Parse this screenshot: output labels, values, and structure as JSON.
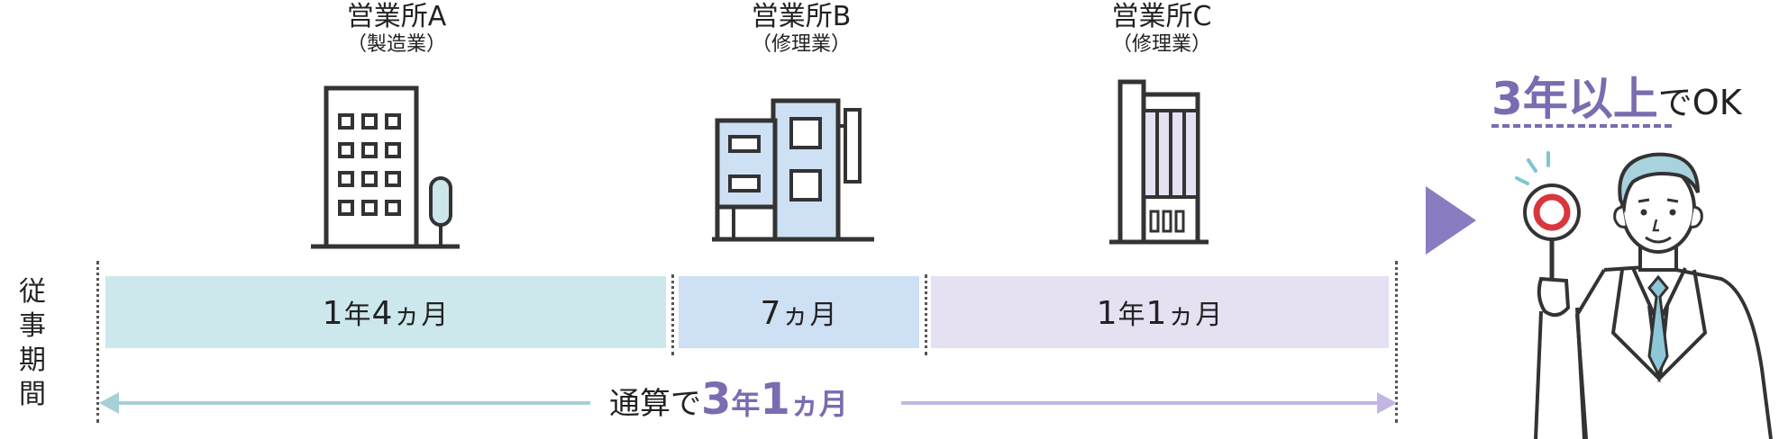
{
  "offices": [
    {
      "name": "営業所A",
      "type": "（製造業）"
    },
    {
      "name": "営業所B",
      "type": "（修理業）"
    },
    {
      "name": "営業所C",
      "type": "（修理業）"
    }
  ],
  "period_label": [
    "従事",
    "期間"
  ],
  "bars": [
    {
      "num1": "1",
      "u1": "年",
      "num2": "4",
      "u2": "ヵ月",
      "color": "#cce8ec"
    },
    {
      "num1": "7",
      "u1": "ヵ月",
      "num2": "",
      "u2": "",
      "color": "#cde0f4"
    },
    {
      "num1": "1",
      "u1": "年",
      "num2": "1",
      "u2": "ヵ月",
      "color": "#e6e0f3"
    }
  ],
  "total": {
    "prefix": "通算で",
    "years": "3",
    "year_unit": "年",
    "months": "1",
    "month_unit": "ヵ月"
  },
  "result": {
    "highlight": "3年以上",
    "suffix": "でOK"
  },
  "colors": {
    "accent": "#7b6bb0",
    "arrow_left": "#a7cfd6",
    "arrow_right": "#c3b6e2",
    "triangle": "#8b7bc0",
    "stamp": "#d9363e"
  },
  "icons": [
    "building-a-icon",
    "building-b-icon",
    "building-c-icon",
    "businessman-icon",
    "ok-paddle-icon"
  ]
}
